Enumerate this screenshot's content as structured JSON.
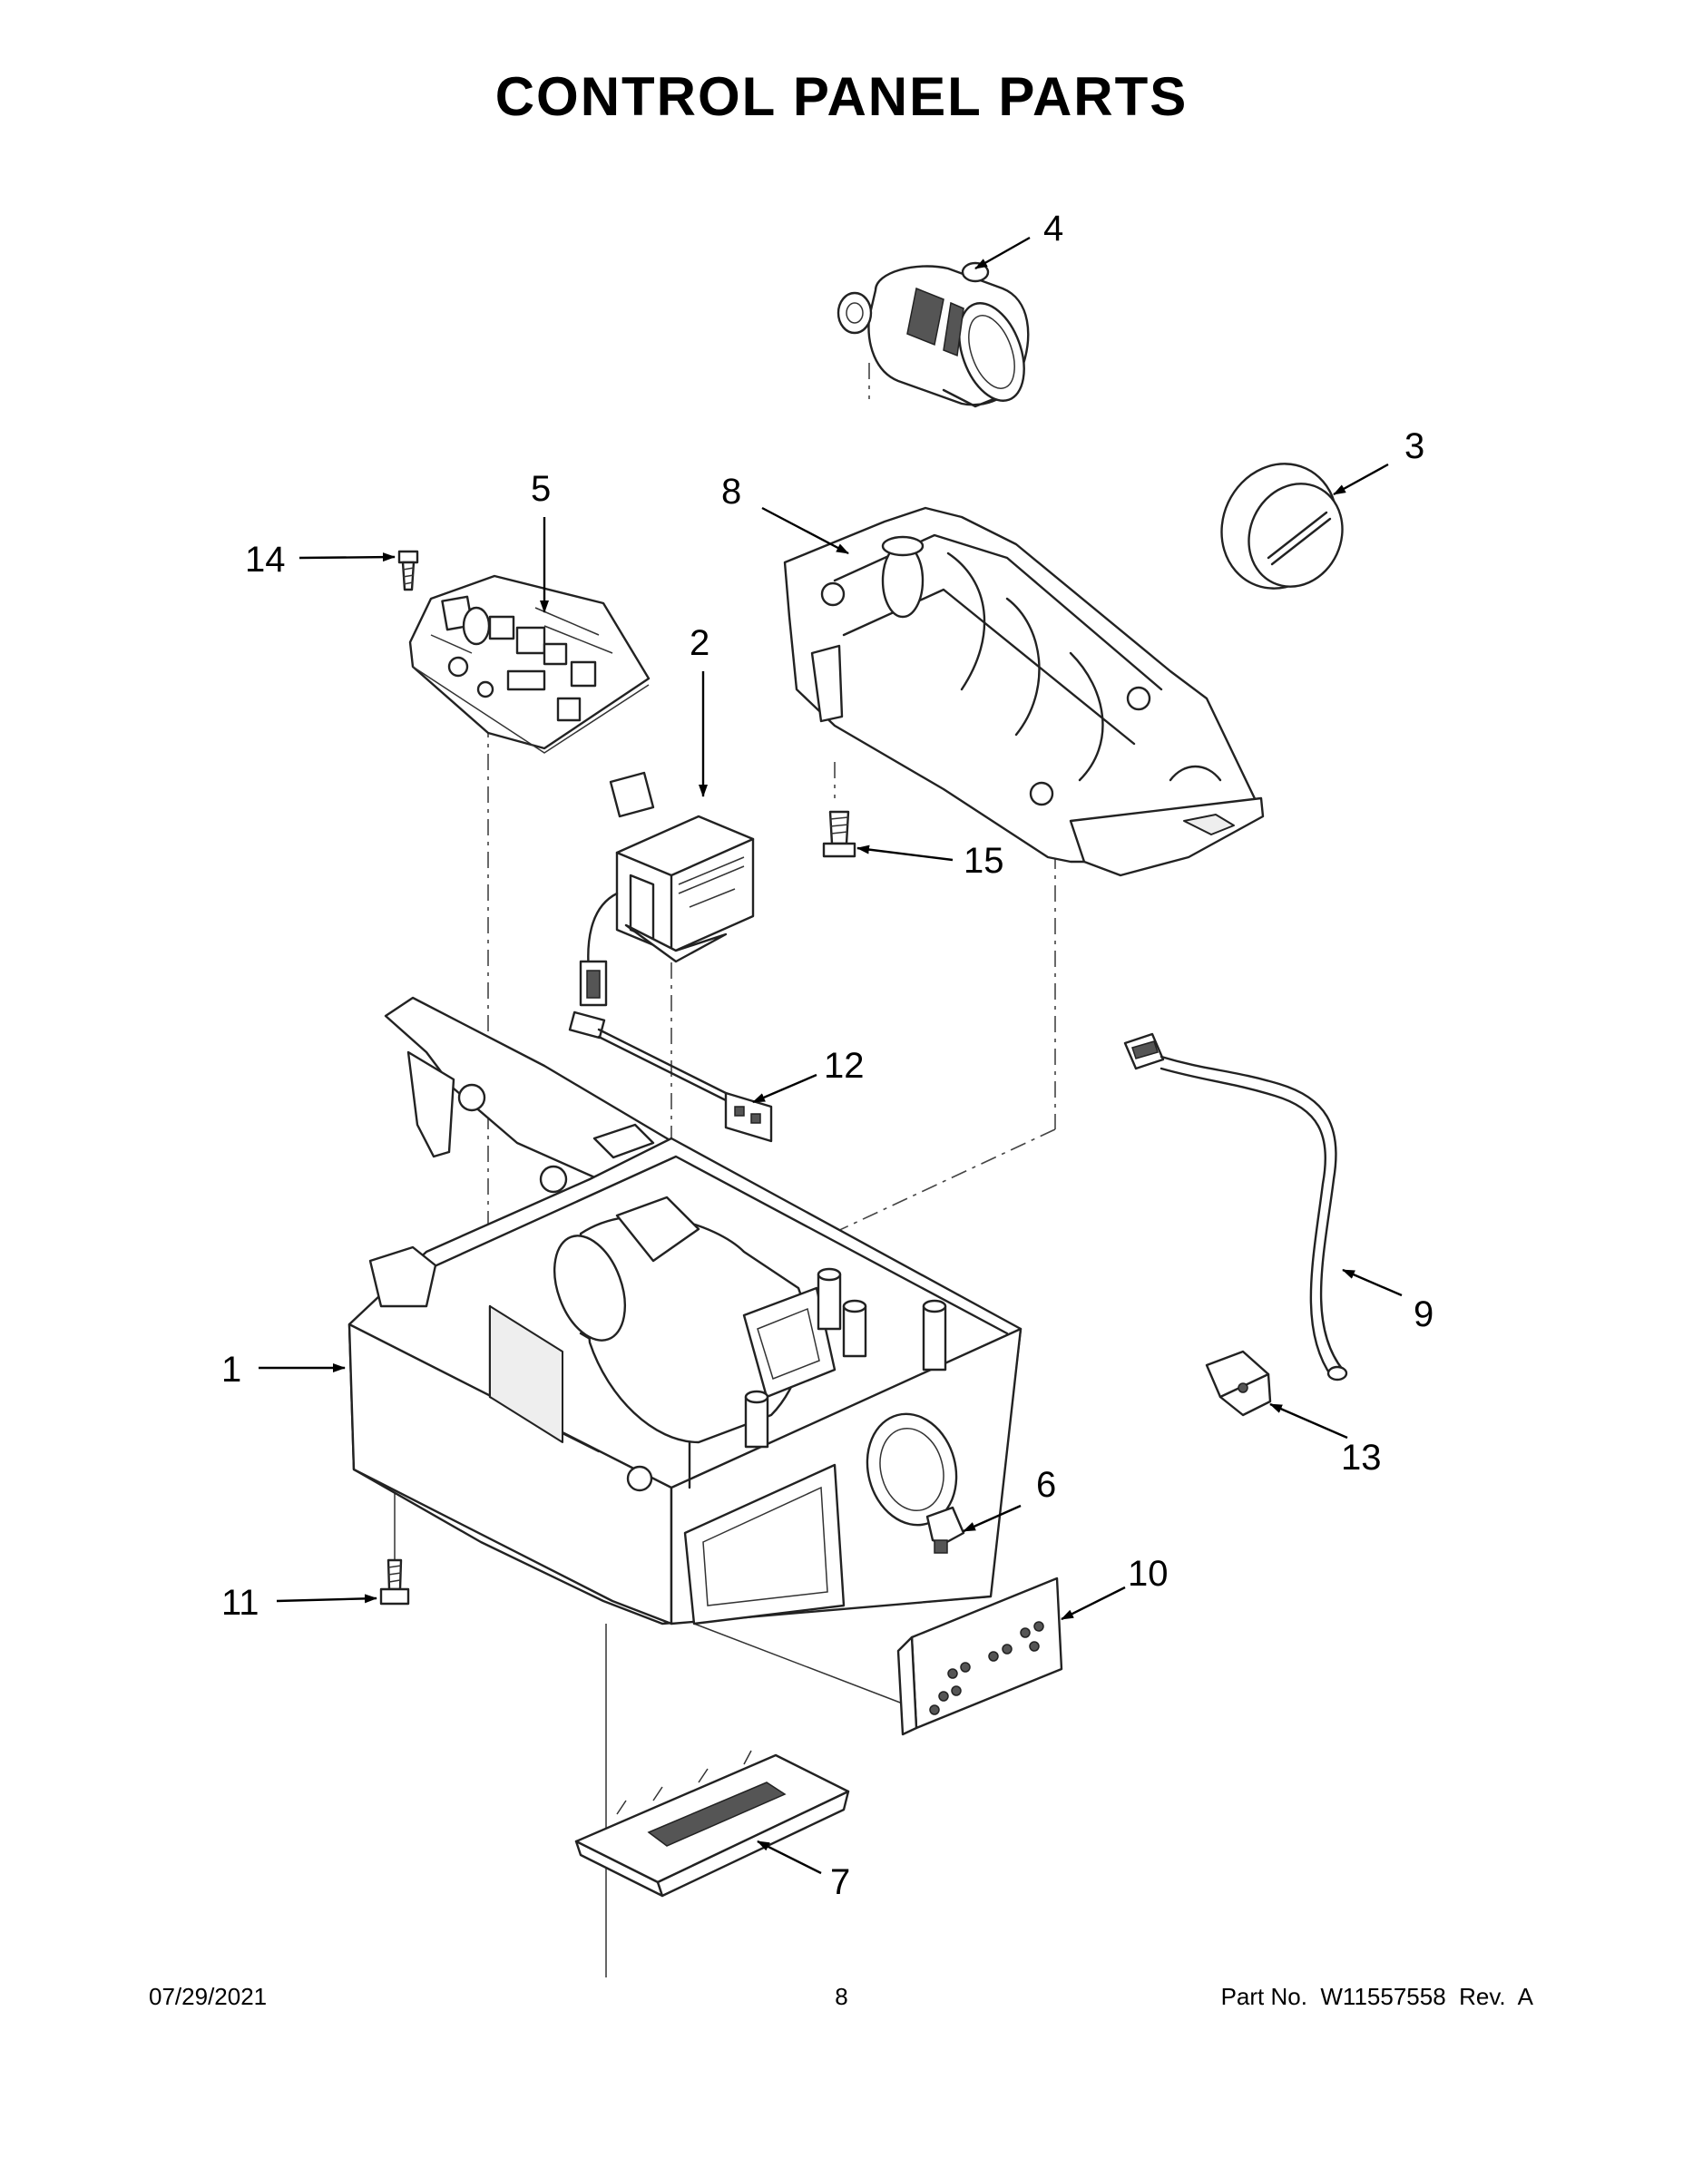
{
  "title": "CONTROL PANEL PARTS",
  "callouts": [
    "1",
    "2",
    "3",
    "4",
    "5",
    "6",
    "7",
    "8",
    "9",
    "10",
    "11",
    "12",
    "13",
    "14",
    "15"
  ],
  "footer": {
    "date": "07/29/2021",
    "page": "8",
    "part_number": "Part No.  W11557558  Rev.  A"
  }
}
